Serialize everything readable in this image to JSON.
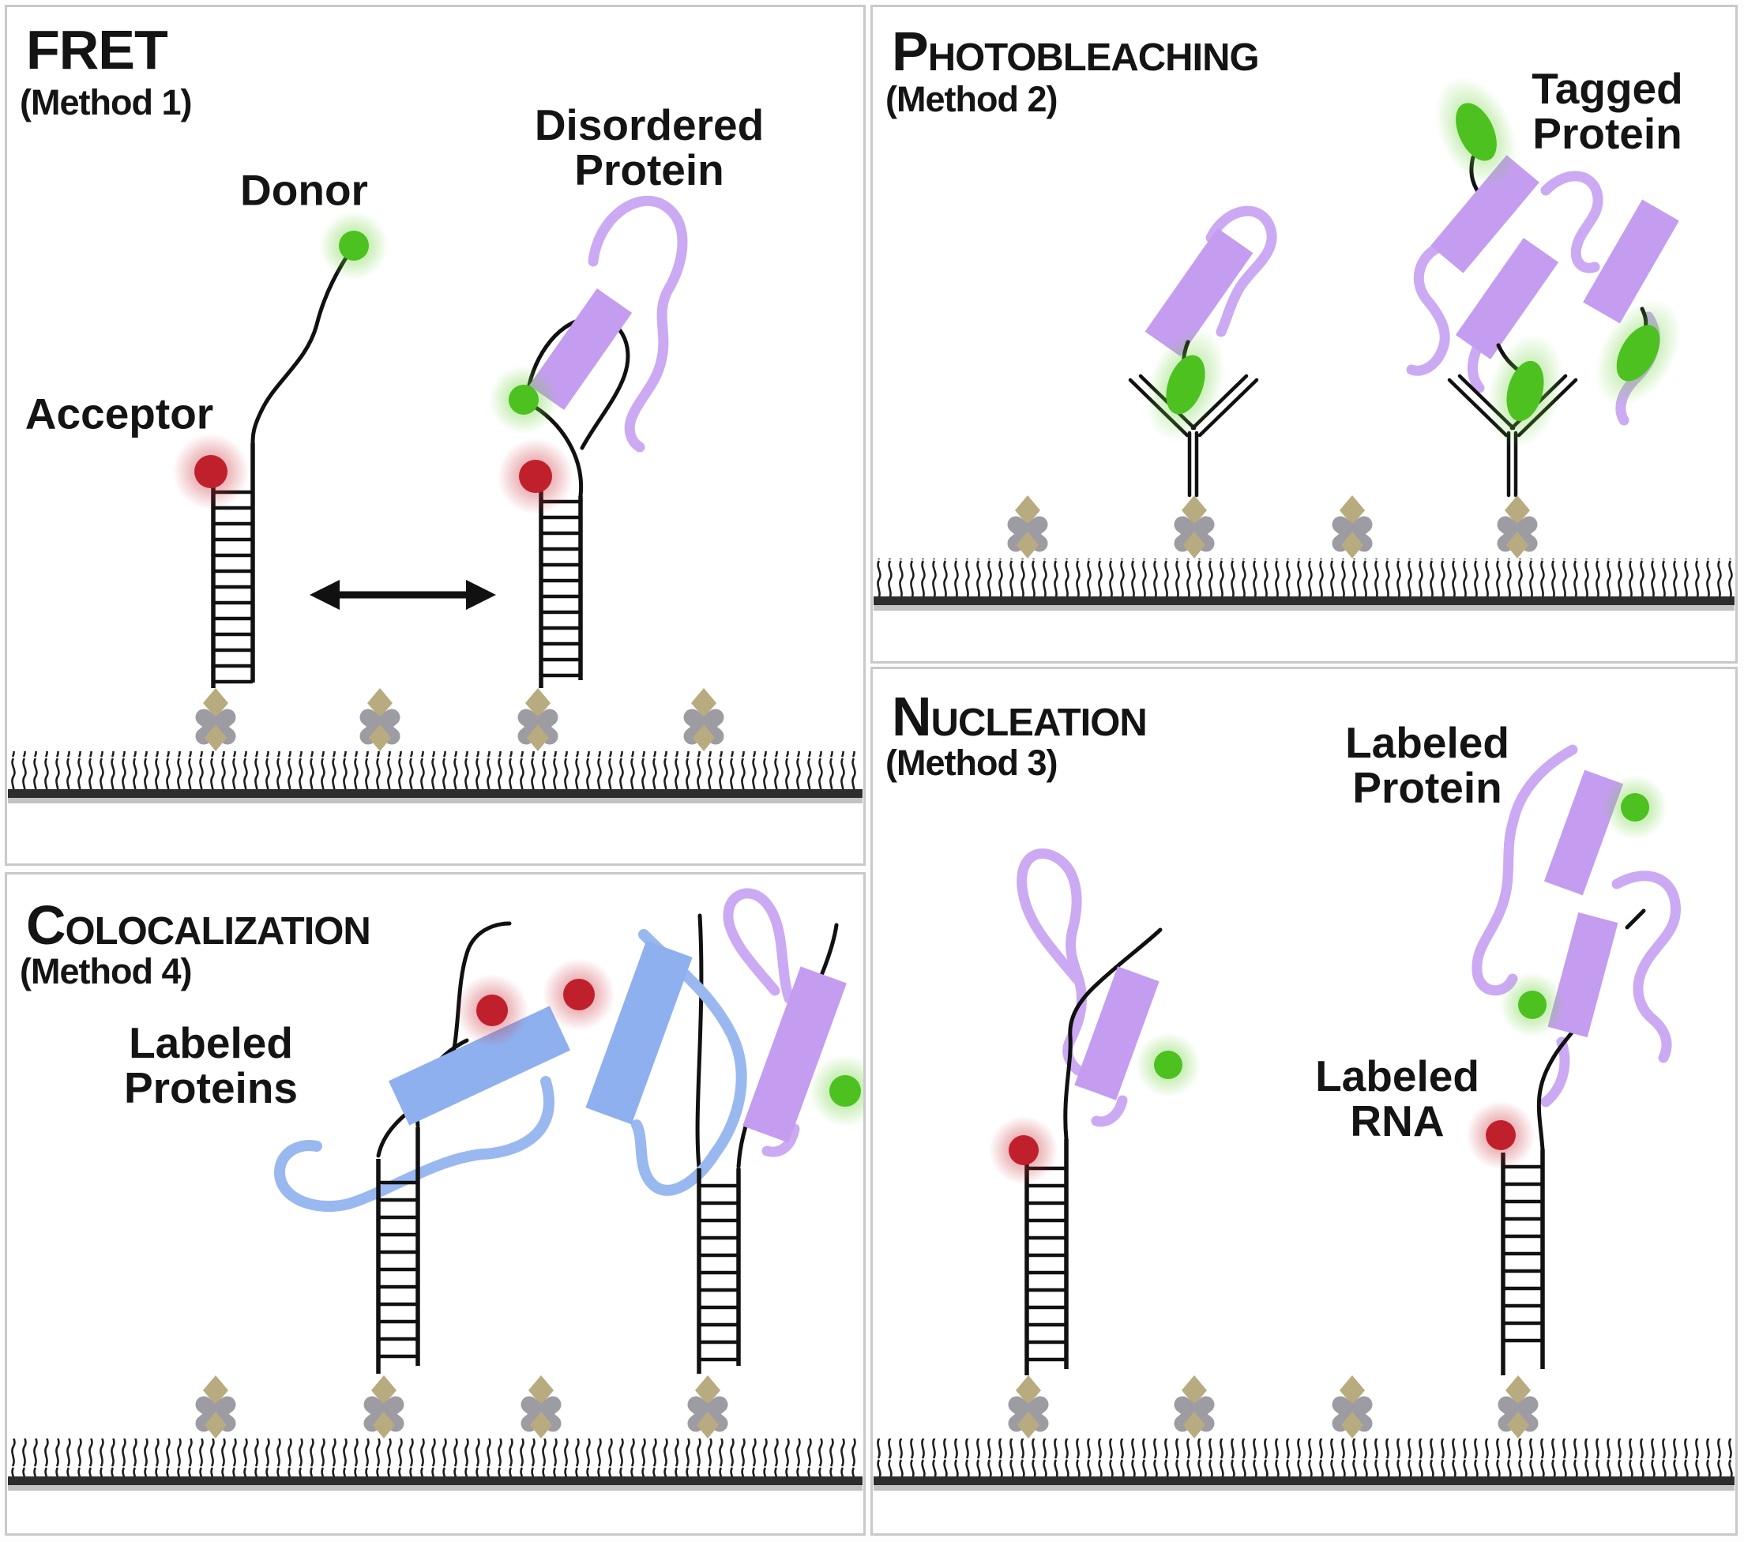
{
  "figure": {
    "background": "#ffffff",
    "panel_border_color": "#c9c9c9"
  },
  "colors": {
    "text": "#141414",
    "line_black": "#111111",
    "donor_green": "#4cc120",
    "green_glow": "110,210,60",
    "acceptor_red": "#c0202c",
    "red_glow": "200,40,50",
    "protein_purple": "#c49df0",
    "protein_purple_light": "#cbaaf3",
    "protein_blue": "#8fb0ee",
    "protein_blue_light": "#9ab8f0",
    "anchor_tan": "#b9ab80",
    "anchor_gray": "#9d9ca2",
    "surface_bar_dark": "#2d2d2d",
    "surface_bar_light": "#c2c2c2",
    "surface_strand": "#1e1e1e"
  },
  "panels": [
    {
      "id": "fret",
      "title": "FRET",
      "method": "(Method 1)",
      "labels": {
        "donor": "Donor",
        "acceptor": "Acceptor",
        "disordered_protein": "Disordered\nProtein"
      }
    },
    {
      "id": "photobleaching",
      "title": "Photobleaching",
      "method": "(Method 2)",
      "labels": {
        "tagged_protein": "Tagged\nProtein"
      }
    },
    {
      "id": "nucleation",
      "title": "Nucleation",
      "method": "(Method 3)",
      "labels": {
        "labeled_protein": "Labeled\nProtein",
        "labeled_rna": "Labeled\nRNA"
      }
    },
    {
      "id": "colocalization",
      "title": "Colocalization",
      "method": "(Method 4)",
      "labels": {
        "labeled_proteins": "Labeled\nProteins"
      }
    }
  ]
}
